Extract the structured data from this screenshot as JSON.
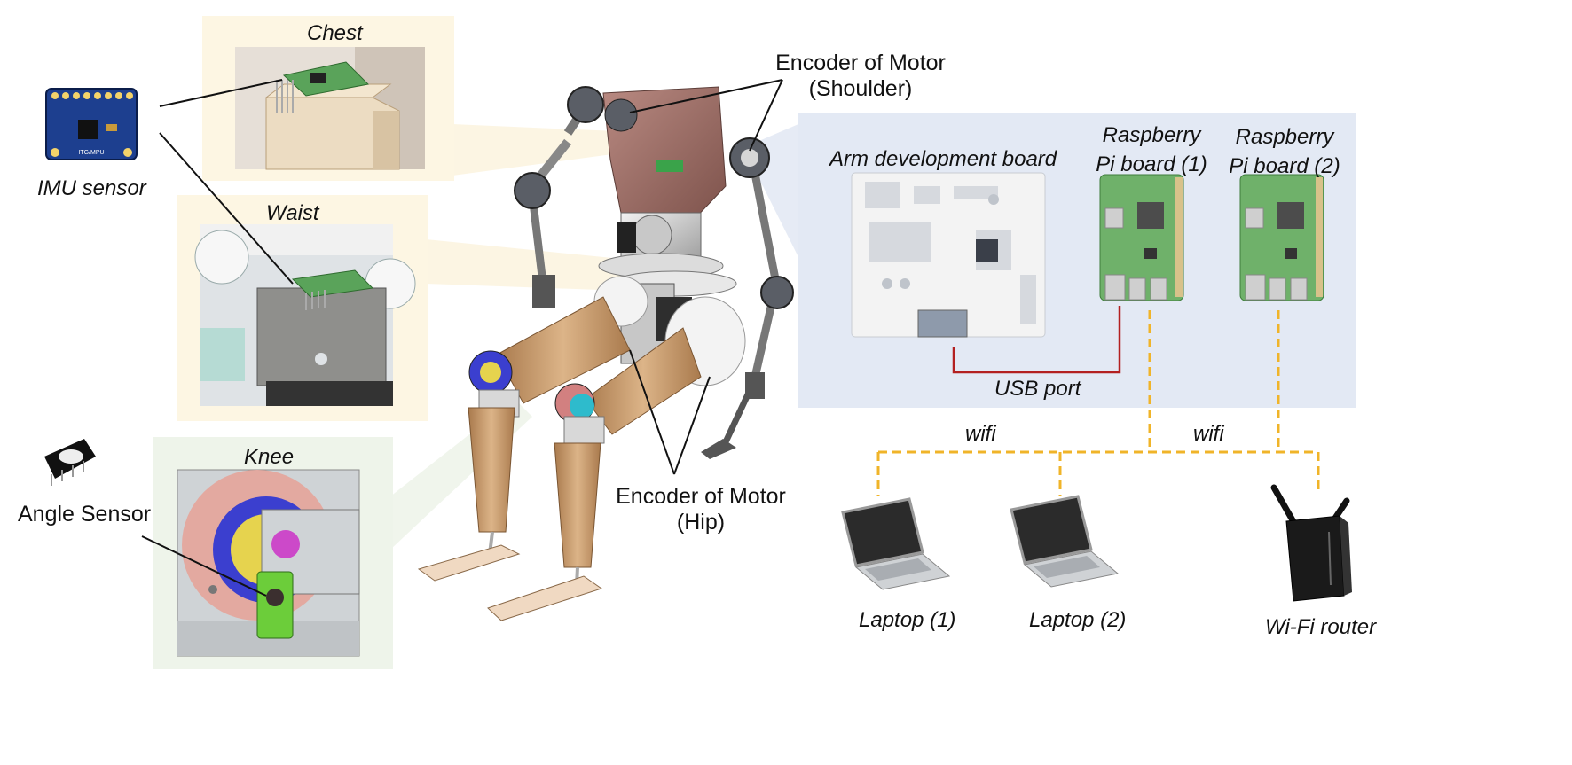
{
  "labels": {
    "chest": "Chest",
    "waist": "Waist",
    "knee": "Knee",
    "imu_sensor": "IMU sensor",
    "angle_sensor": "Angle Sensor",
    "encoder_shoulder_line1": "Encoder of Motor",
    "encoder_shoulder_line2": "(Shoulder)",
    "encoder_hip_line1": "Encoder of Motor",
    "encoder_hip_line2": "(Hip)",
    "arm_board": "Arm development  board",
    "rpi1_line1": "Raspberry",
    "rpi1_line2": "Pi board (1)",
    "rpi2_line1": "Raspberry",
    "rpi2_line2": "Pi board (2)",
    "usb_port": "USB port",
    "wifi_left": "wifi",
    "wifi_right": "wifi",
    "laptop1": "Laptop  (1)",
    "laptop2": "Laptop  (2)",
    "router": "Wi-Fi router"
  },
  "imu_chip_text": "ITG/MPU",
  "colors": {
    "panel_cream": "#fdf6e3",
    "panel_blue": "#e3e9f4",
    "panel_green": "#eef4ea",
    "usb_line": "#b32020",
    "wifi_line": "#f0b429",
    "robot_brown": "#c79a6a",
    "robot_torso": "#9c6e66",
    "pcb_green": "#5aa35a"
  }
}
